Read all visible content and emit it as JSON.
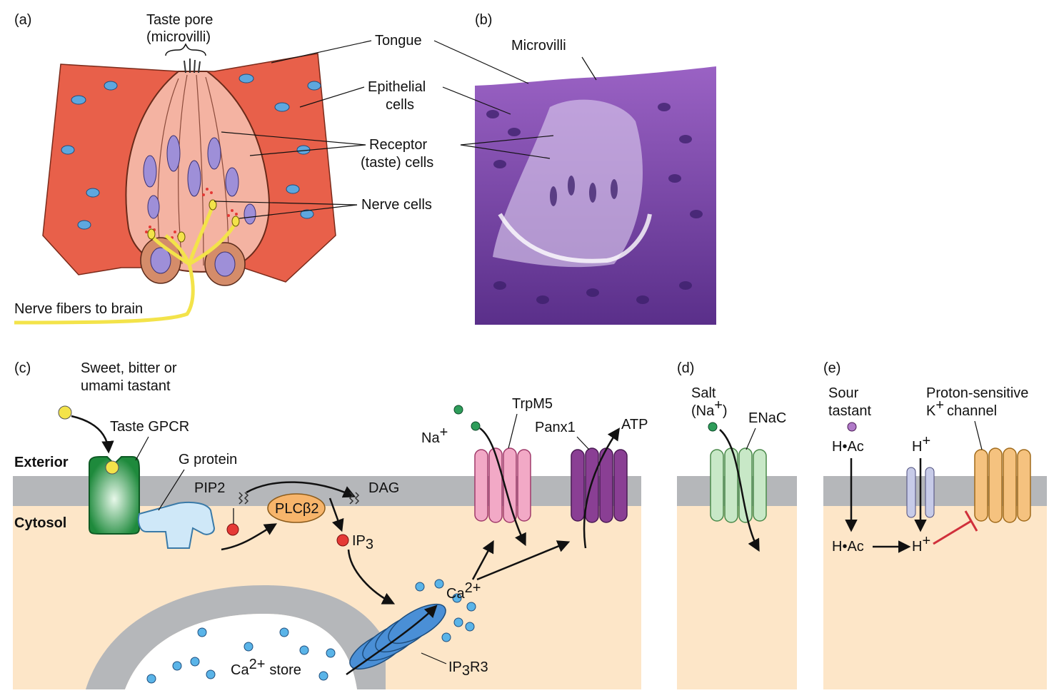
{
  "panels": {
    "a": "(a)",
    "b": "(b)",
    "c": "(c)",
    "d": "(d)",
    "e": "(e)"
  },
  "a_labels": {
    "taste_pore": "Taste pore",
    "taste_pore_sub": "(microvilli)",
    "tongue": "Tongue",
    "epithelial_1": "Epithelial",
    "epithelial_2": "cells",
    "receptor_1": "Receptor",
    "receptor_2": "(taste) cells",
    "nerve_cells": "Nerve cells",
    "nerve_fibers": "Nerve fibers to brain"
  },
  "b_labels": {
    "microvilli": "Microvilli"
  },
  "c_labels": {
    "tastant_1": "Sweet, bitter or",
    "tastant_2": "umami tastant",
    "gpcr": "Taste GPCR",
    "exterior": "Exterior",
    "cytosol": "Cytosol",
    "g_protein": "G protein",
    "pip2": "PIP2",
    "dag": "DAG",
    "plcb2": "PLCβ2",
    "ip3": "IP",
    "ip3_sub": "3",
    "na_plus": "Na",
    "trpm5": "TrpM5",
    "panx1": "Panx1",
    "atp": "ATP",
    "ca": "Ca",
    "ca_sup": "2+",
    "ca_store": "Ca",
    "ca_store_sup": "2+",
    "ca_store_tail": "store",
    "ip3r3": "IP",
    "ip3r3_sub": "3",
    "ip3r3_tail": "R3"
  },
  "d_labels": {
    "salt": "Salt",
    "na_open": "(Na",
    "na_close": ")",
    "enac": "ENaC"
  },
  "e_labels": {
    "sour_1": "Sour",
    "sour_2": "tastant",
    "hac_top": "H•Ac",
    "hac_bottom": "H•Ac",
    "h_top": "H",
    "h_bottom": "H",
    "proton_1": "Proton-sensitive",
    "k_channel_k": "K",
    "k_channel_tail": "channel"
  },
  "colors": {
    "membrane": "#b5b7ba",
    "cytosol": "#fde6c8",
    "gpcr": "#1e8a3c",
    "trpm5": "#f2a9c6",
    "panx1": "#8a3f94",
    "enac": "#c8e8c7",
    "k_channel": "#f5c27f",
    "plc": "#f7b56b",
    "ip3r3": "#4a8fd6",
    "inhibit": "#d0303b",
    "nerve": "#f3e34a",
    "epithelium": "#e8604a",
    "receptor_cell": "#f4b3a2"
  }
}
